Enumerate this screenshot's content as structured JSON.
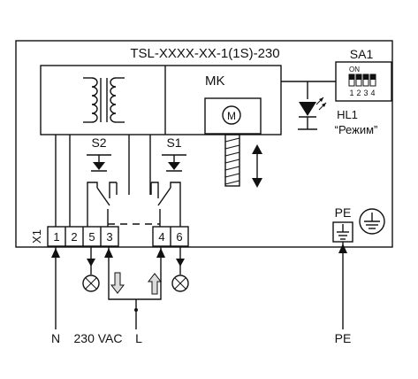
{
  "device": {
    "model": "TSL-XXXX-XX-1(1S)-230",
    "mk_label": "MK",
    "motor_symbol": "M"
  },
  "switches": {
    "s1": "S1",
    "s2": "S2"
  },
  "dip": {
    "label": "SA1",
    "on_label": "ON",
    "positions": [
      "1",
      "2",
      "3",
      "4"
    ]
  },
  "indicator": {
    "label": "HL1",
    "mode_label": "“Режим”"
  },
  "terminal_block": {
    "label": "X1",
    "terminals": [
      "1",
      "2",
      "5",
      "3",
      "4",
      "6"
    ]
  },
  "pe_terminal": {
    "label": "PE"
  },
  "external": {
    "neutral": "N",
    "voltage": "230 VAC",
    "line": "L",
    "pe": "PE"
  },
  "colors": {
    "line": "#111111",
    "arrow_fill": "#dcdcdc",
    "background": "#ffffff"
  }
}
